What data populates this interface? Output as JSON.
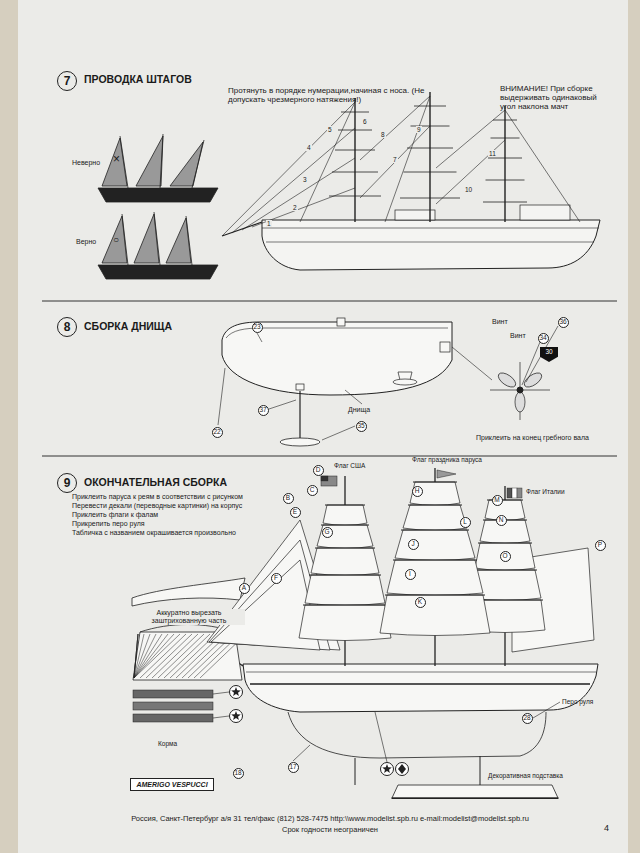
{
  "diagram": {
    "nodes": [
      {
        "text": [
          "7"
        ]
      },
      {
        "text": [
          "8"
        ]
      },
      {
        "text": [
          "9"
        ]
      },
      {
        "text": [
          "23"
        ]
      },
      {
        "text": [
          "22"
        ]
      },
      {
        "text": [
          "37"
        ]
      },
      {
        "text": [
          "35"
        ]
      },
      {
        "text": [
          "36"
        ]
      },
      {
        "text": [
          "34"
        ]
      },
      {
        "text": [
          "30"
        ]
      },
      {
        "text": [
          "A"
        ]
      },
      {
        "text": [
          "B"
        ]
      },
      {
        "text": [
          "C"
        ]
      },
      {
        "text": [
          "D"
        ]
      },
      {
        "text": [
          "E"
        ]
      },
      {
        "text": [
          "F"
        ]
      },
      {
        "text": [
          "G"
        ]
      },
      {
        "text": [
          "H"
        ]
      },
      {
        "text": [
          "I"
        ]
      },
      {
        "text": [
          "J"
        ]
      },
      {
        "text": [
          "K"
        ]
      },
      {
        "text": [
          "L"
        ]
      },
      {
        "text": [
          "M"
        ]
      },
      {
        "text": [
          "N"
        ]
      },
      {
        "text": [
          "O"
        ]
      },
      {
        "text": [
          "P"
        ]
      },
      {
        "text": [
          "28"
        ]
      },
      {
        "text": [
          "17"
        ]
      },
      {
        "text": [
          "18"
        ]
      },
      {
        "text": [
          "AMERIGO VESPUCCI"
        ]
      }
    ],
    "labels": [
      "ПРОВОДКА ШТАГОВ",
      "Протянуть в порядке нумерации,начиная с носа. (Не допускать чрезмерного натяжения!)",
      "ВНИМАНИЕ! При сборке выдерживать одинаковый угол наклона мачт",
      "Неверно",
      "×",
      "Верно",
      "○",
      "1",
      "2",
      "3",
      "4",
      "5",
      "6",
      "7",
      "8",
      "9",
      "10",
      "11",
      "СБОРКА ДНИЩА",
      "Днища",
      "Винт",
      "Винт",
      "Приклеить на конец гребного вала",
      "ОКОНЧАТЕЛЬНАЯ СБОРКА",
      "Приклеить паруса к реям в соответствии с рисунком",
      "Перевести декали (переводные картинки) на корпус",
      "Приклеить флаги к фалам",
      "Прикрепить перо руля",
      "Табличка с названием окрашивается произвольно",
      "Флаг США",
      "Флаг праздника паруса",
      "Флаг Италии",
      "Аккуратно вырезать заштрихованную часть",
      "Корма",
      "Перо руля",
      "Декоративная подставка",
      "Россия, Санкт-Петербург а/я 31 тел/факс (812) 528-7475 http:\\\\www.modelist.spb.ru e-mail:modelist@modelist.spb.ru",
      "Срок годности неограничен",
      "4"
    ]
  }
}
